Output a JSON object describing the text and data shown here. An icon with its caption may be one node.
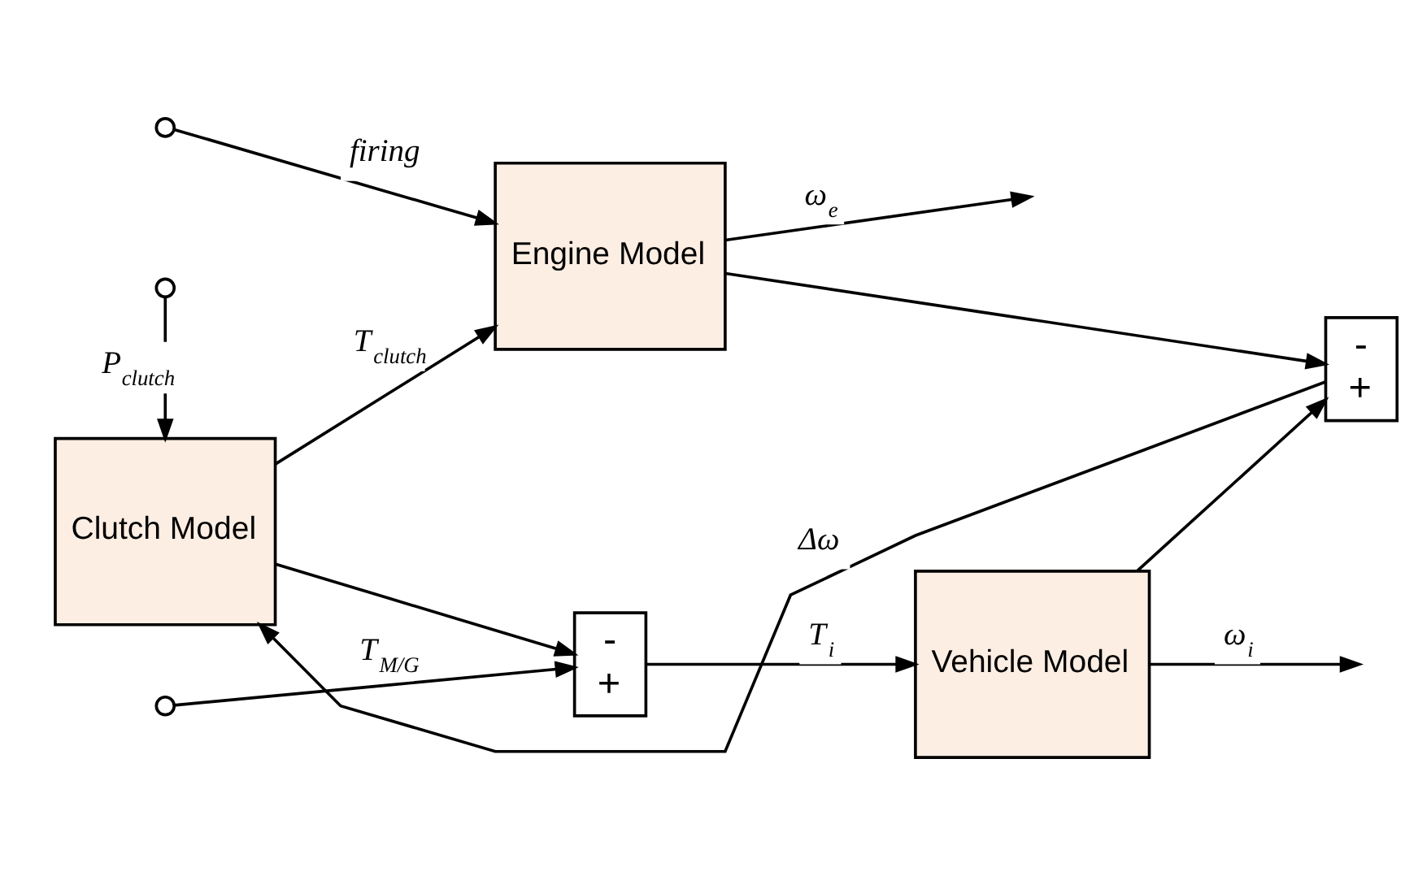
{
  "diagram": {
    "nodes": [
      {
        "text": [
          "Clutch Model"
        ]
      },
      {
        "text": [
          "Engine Model"
        ]
      },
      {
        "text": [
          "Vehicle Model"
        ]
      },
      {
        "text": [
          "-",
          "+"
        ]
      },
      {
        "text": [
          "-",
          "+"
        ]
      },
      {
        "text": [],
        "shape": "circle"
      },
      {
        "text": [],
        "shape": "circle"
      },
      {
        "text": [],
        "shape": "circle"
      }
    ],
    "edges": [
      {
        "from": 6,
        "to": 0,
        "arrow": "to",
        "label": "P$_{clutch}$"
      },
      {
        "from": 5,
        "to": 1,
        "arrow": "to",
        "label": "firing"
      },
      {
        "from": 0,
        "to": 1,
        "arrow": "to",
        "label": "T$_{clutch}$"
      },
      {
        "from": 0,
        "to": 3,
        "arrow": "to"
      },
      {
        "from": 7,
        "to": 3,
        "arrow": "to",
        "label": "T$_{M/G}$"
      },
      {
        "from": 3,
        "to": 2,
        "arrow": "to",
        "label": "T$_{i}$"
      },
      {
        "from": 1,
        "to": null,
        "arrow": "to",
        "label": "ω$_{e}$"
      },
      {
        "from": 2,
        "to": null,
        "arrow": "to",
        "label": "ω$_{i}$"
      },
      {
        "from": 1,
        "to": 4,
        "arrow": "to"
      },
      {
        "from": 2,
        "to": 4,
        "arrow": "to"
      },
      {
        "from": 4,
        "to": 0,
        "arrow": "to",
        "label": "Δω"
      }
    ]
  }
}
